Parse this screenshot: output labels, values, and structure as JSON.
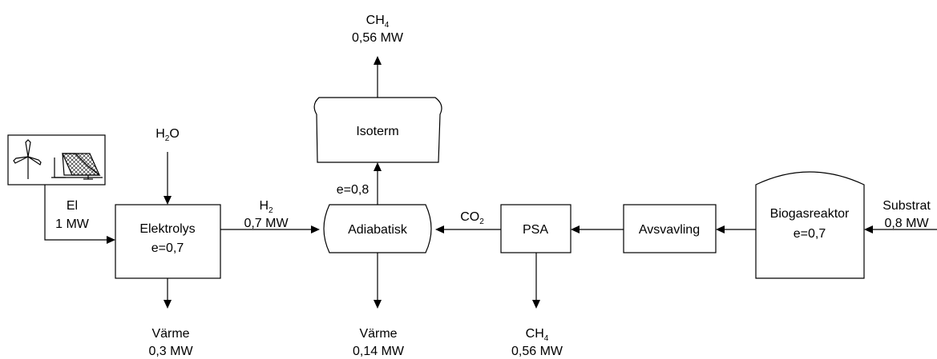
{
  "boxes": {
    "elektrolys": {
      "name": "Elektrolys",
      "eff": "e=0,7"
    },
    "adiabatisk": {
      "name": "Adiabatisk",
      "eff": "e=0,8"
    },
    "isoterm": {
      "name": "Isoterm"
    },
    "psa": {
      "name": "PSA"
    },
    "avsvavling": {
      "name": "Avsvavling"
    },
    "biogasreaktor": {
      "name": "Biogasreaktor",
      "eff": "e=0,7"
    }
  },
  "flows": {
    "el": {
      "label": "El",
      "value": "1 MW"
    },
    "h2o": {
      "base": "H",
      "sub": "2",
      "rest": "O"
    },
    "h2": {
      "base": "H",
      "sub": "2",
      "value": "0,7 MW"
    },
    "co2": {
      "base": "CO",
      "sub": "2"
    },
    "substrat": {
      "label": "Substrat",
      "value": "0,8 MW"
    },
    "varme_elektrolys": {
      "label": "Värme",
      "value": "0,3 MW"
    },
    "varme_adiabatisk": {
      "label": "Värme",
      "value": "0,14 MW"
    },
    "ch4_top": {
      "base": "CH",
      "sub": "4",
      "value": "0,56 MW"
    },
    "ch4_psa": {
      "base": "CH",
      "sub": "4",
      "value": "0,56 MW"
    }
  },
  "icons": [
    "wind-turbine-icon",
    "solar-panel-icon"
  ]
}
